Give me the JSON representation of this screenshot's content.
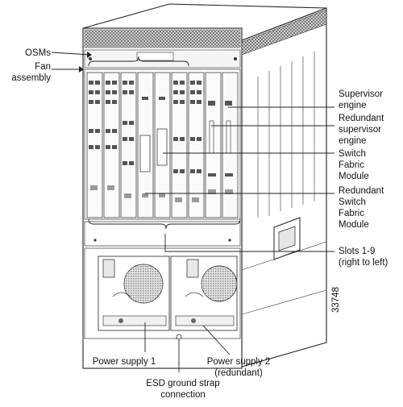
{
  "figure_id": "33748",
  "labels": {
    "osms": "OSMs",
    "fan_line1": "Fan",
    "fan_line2": "assembly",
    "sup_line1": "Supervisor",
    "sup_line2": "engine",
    "rsup_line1": "Redundant",
    "rsup_line2": "supervisor",
    "rsup_line3": "engine",
    "sfm_line1": "Switch",
    "sfm_line2": "Fabric",
    "sfm_line3": "Module",
    "rsfm_line1": "Redundant",
    "rsfm_line2": "Switch",
    "rsfm_line3": "Fabric",
    "rsfm_line4": "Module",
    "slots_line1": "Slots 1-9",
    "slots_line2": "(right to left)",
    "ps1": "Power supply 1",
    "ps2_line1": "Power supply 2",
    "ps2_line2": "(redundant)",
    "esd_line1": "ESD ground strap",
    "esd_line2": "connection"
  }
}
